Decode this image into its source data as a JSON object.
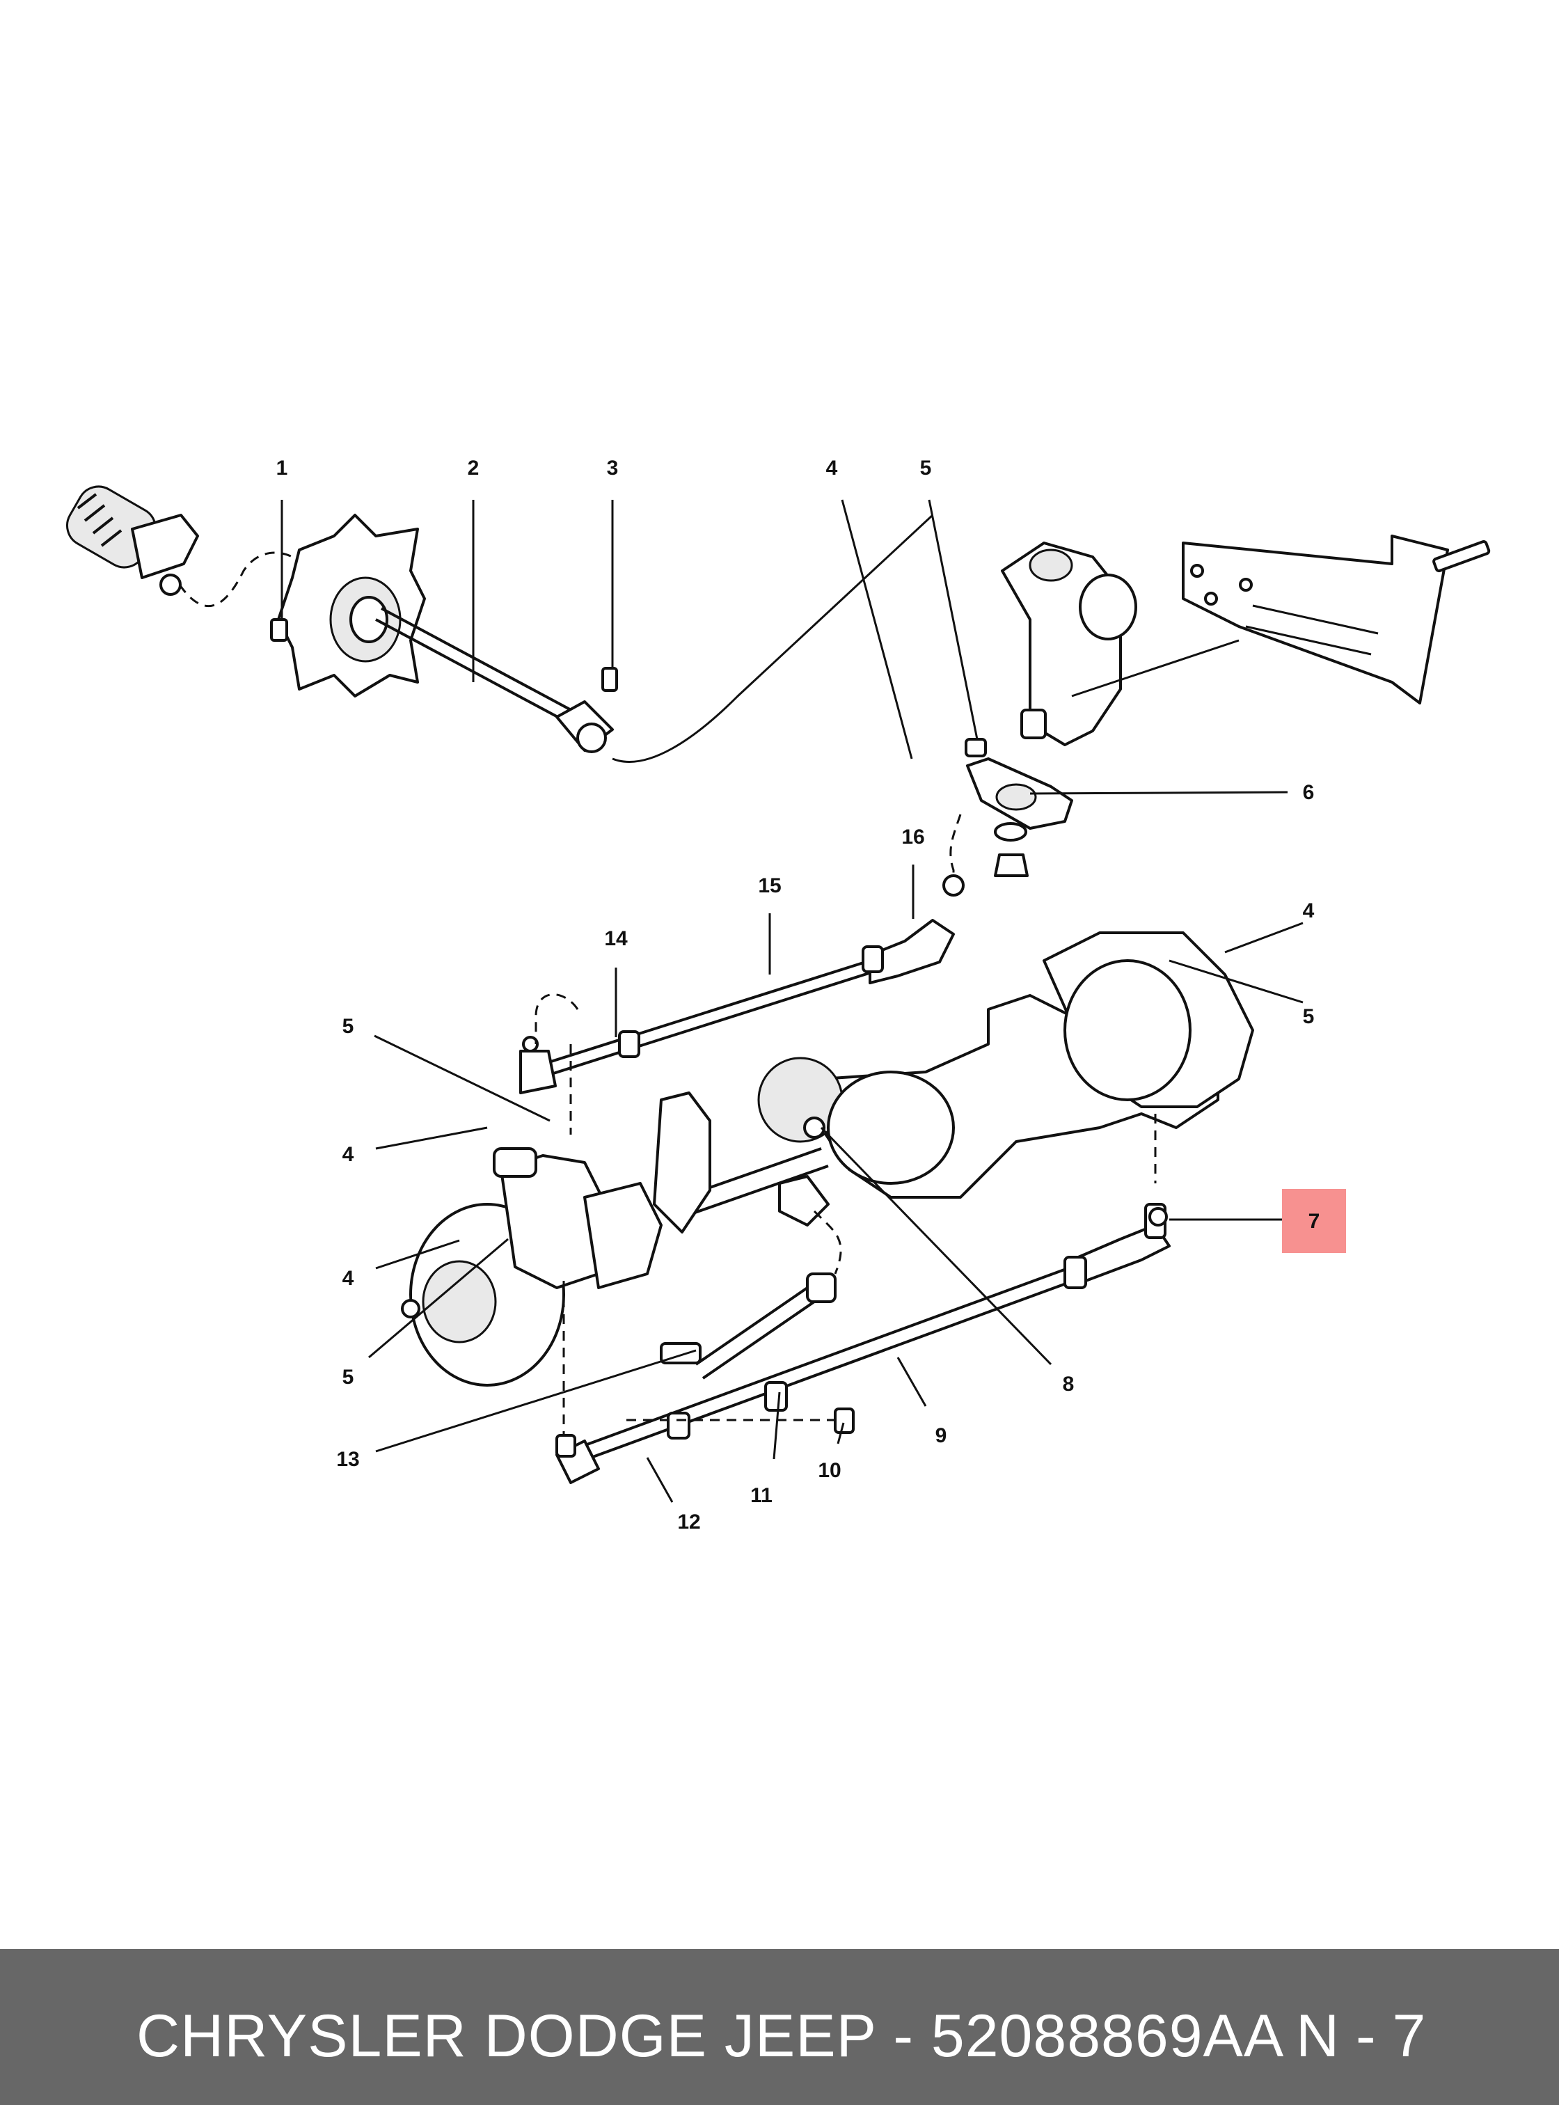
{
  "callouts": [
    {
      "id": "c1",
      "text": "1"
    },
    {
      "id": "c2",
      "text": "2"
    },
    {
      "id": "c3",
      "text": "3"
    },
    {
      "id": "c4a",
      "text": "4"
    },
    {
      "id": "c5a",
      "text": "5"
    },
    {
      "id": "c6",
      "text": "6"
    },
    {
      "id": "c16",
      "text": "16"
    },
    {
      "id": "c15",
      "text": "15"
    },
    {
      "id": "c4b",
      "text": "4"
    },
    {
      "id": "c14",
      "text": "14"
    },
    {
      "id": "c5b",
      "text": "5"
    },
    {
      "id": "c5c",
      "text": "5"
    },
    {
      "id": "c4c",
      "text": "4"
    },
    {
      "id": "c7",
      "text": "7"
    },
    {
      "id": "c4d",
      "text": "4"
    },
    {
      "id": "c5d",
      "text": "5"
    },
    {
      "id": "c8",
      "text": "8"
    },
    {
      "id": "c9",
      "text": "9"
    },
    {
      "id": "c13",
      "text": "13"
    },
    {
      "id": "c10",
      "text": "10"
    },
    {
      "id": "c11",
      "text": "11"
    },
    {
      "id": "c12",
      "text": "12"
    }
  ],
  "highlight": {
    "callout": "7",
    "color": "#f79190"
  },
  "footer": {
    "text": "CHRYSLER DODGE JEEP - 52088869AA",
    "code": "N - 7",
    "background": "#676767"
  }
}
